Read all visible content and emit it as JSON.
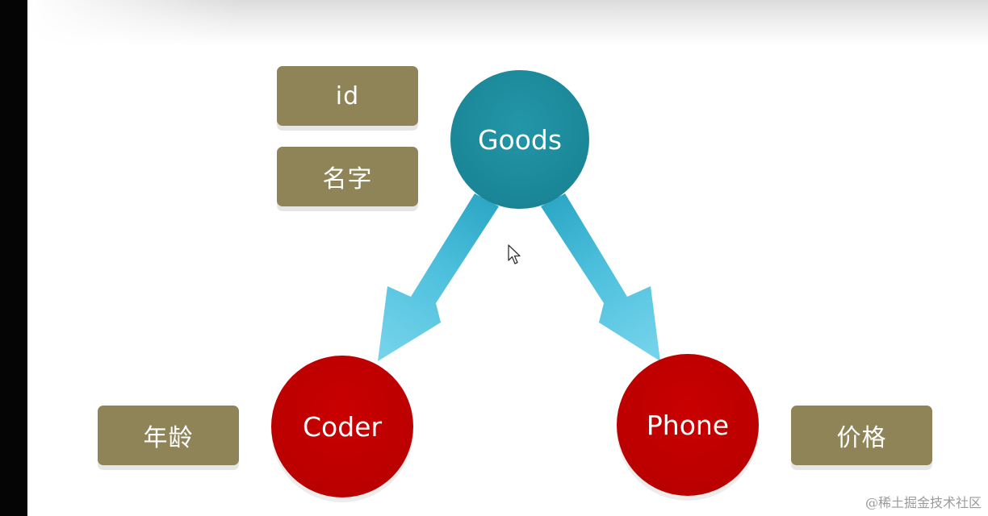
{
  "nodes": {
    "goods": "Goods",
    "coder": "Coder",
    "phone": "Phone"
  },
  "attributes": {
    "id": "id",
    "name": "名字",
    "age": "年龄",
    "price": "价格"
  },
  "colors": {
    "attribute_box": "#8f8358",
    "goods_node": "#1a8697",
    "child_node": "#bb0000",
    "arrow_light": "#6fd0e8",
    "arrow_dark": "#2aa6c4"
  },
  "watermark": "@稀土掘金技术社区"
}
